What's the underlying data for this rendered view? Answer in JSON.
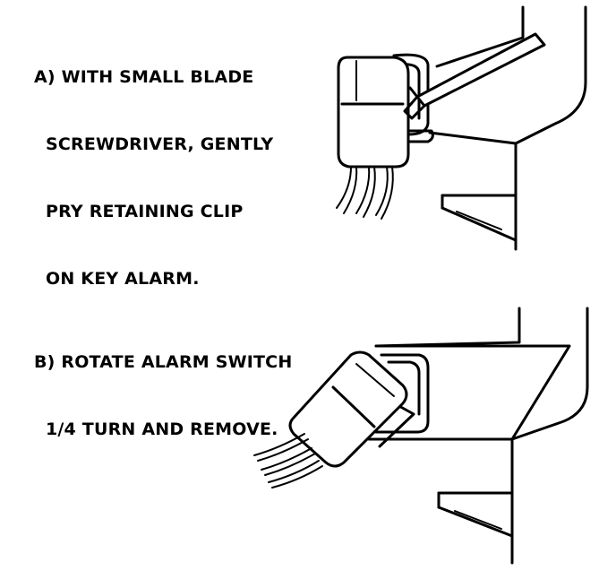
{
  "steps": [
    {
      "id": "a",
      "lines": [
        "A) WITH SMALL BLADE",
        "SCREWDRIVER, GENTLY",
        "PRY RETAINING CLIP",
        "ON KEY ALARM."
      ]
    },
    {
      "id": "b",
      "lines": [
        "B) ROTATE ALARM SWITCH",
        "1/4 TURN AND REMOVE."
      ]
    }
  ],
  "colors": {
    "ink": "#000000",
    "background": "#ffffff"
  }
}
